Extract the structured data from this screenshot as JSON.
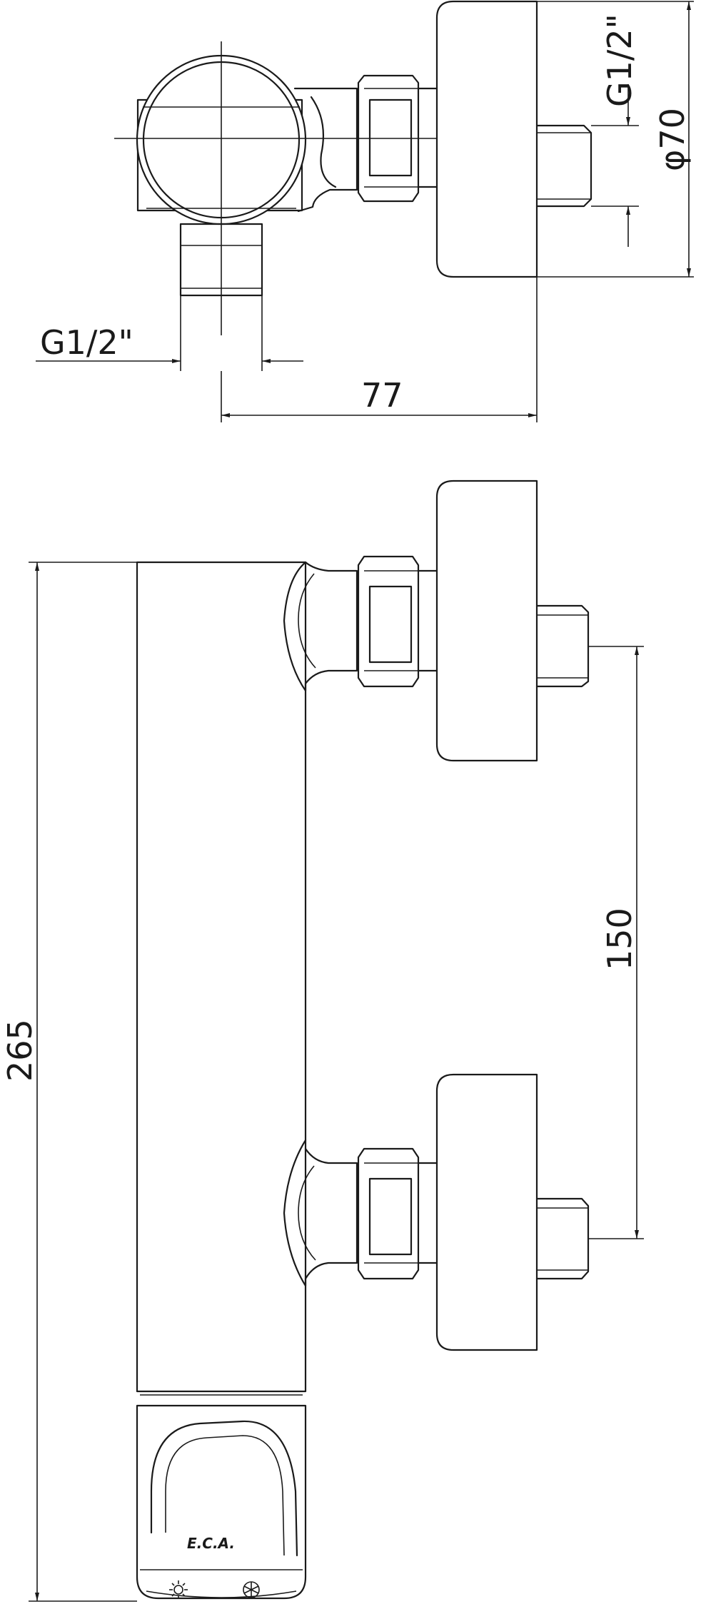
{
  "dimensions": {
    "thread_side": "G1/2\"",
    "thread_bottom": "G1/2\"",
    "flange_diameter": "φ70",
    "depth": "77",
    "center_distance": "150",
    "height": "265"
  },
  "logo": "E.C.A."
}
